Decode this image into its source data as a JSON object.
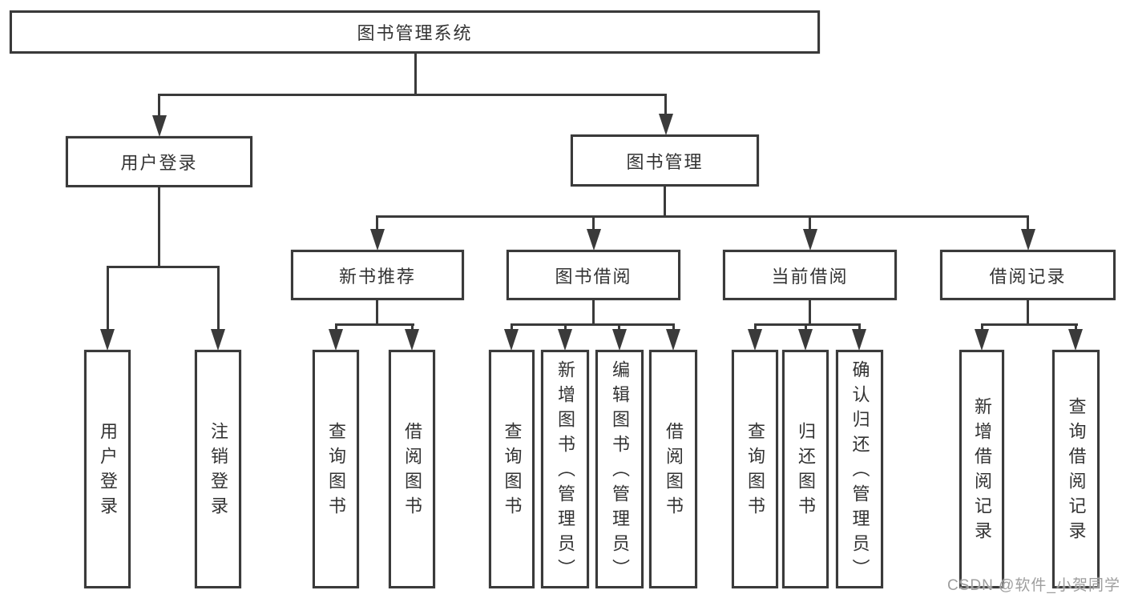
{
  "diagram": {
    "root": {
      "label": "图书管理系统",
      "children": [
        {
          "label": "用户登录",
          "children": [
            {
              "label": "用户登录"
            },
            {
              "label": "注销登录"
            }
          ]
        },
        {
          "label": "图书管理",
          "children": [
            {
              "label": "新书推荐",
              "children": [
                {
                  "label": "查询图书"
                },
                {
                  "label": "借阅图书"
                }
              ]
            },
            {
              "label": "图书借阅",
              "children": [
                {
                  "label": "查询图书"
                },
                {
                  "label": "新增图书（管理员）"
                },
                {
                  "label": "编辑图书（管理员）"
                },
                {
                  "label": "借阅图书"
                }
              ]
            },
            {
              "label": "当前借阅",
              "children": [
                {
                  "label": "查询图书"
                },
                {
                  "label": "归还图书"
                },
                {
                  "label": "确认归还（管理员）"
                }
              ]
            },
            {
              "label": "借阅记录",
              "children": [
                {
                  "label": "新增借阅记录"
                },
                {
                  "label": "查询借阅记录"
                }
              ]
            }
          ]
        }
      ]
    },
    "watermark": "CSDN @软件_小贺同学"
  },
  "colors": {
    "line": "#3a3a3a",
    "box_border": "#3a3a3a",
    "text": "#333333",
    "watermark": "#9e9e9e",
    "background": "#ffffff"
  }
}
